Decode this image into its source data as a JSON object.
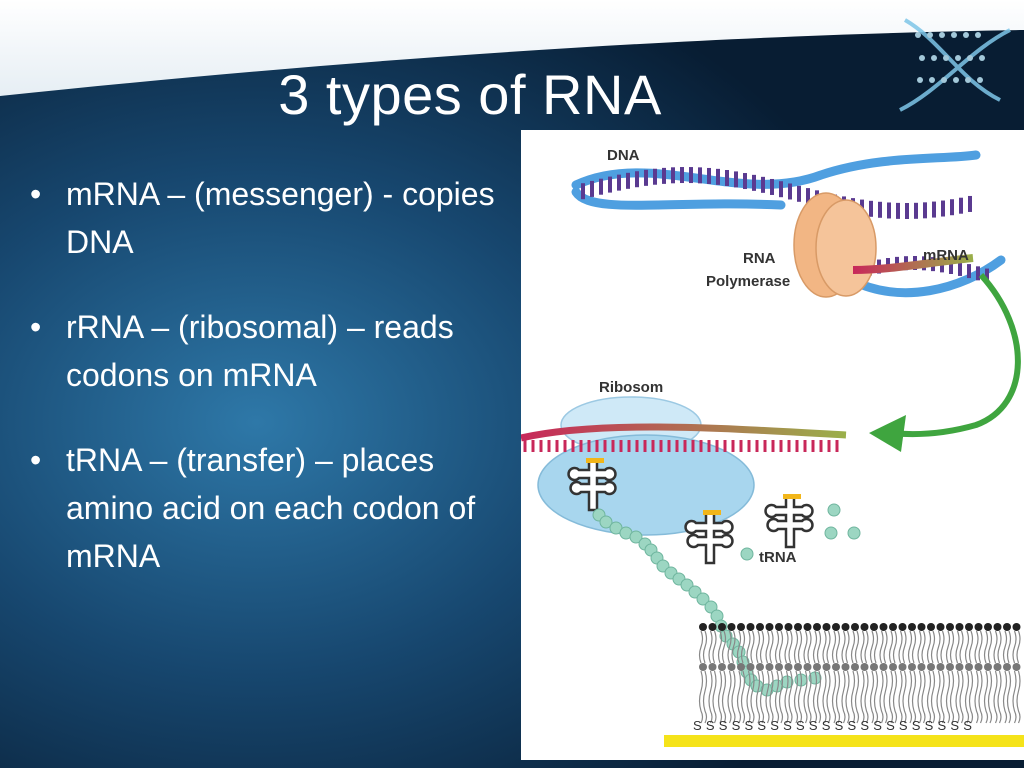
{
  "slide": {
    "title": "3 types of RNA",
    "bullets": [
      {
        "marker": "•",
        "text": "mRNA – (messenger) - copies DNA"
      },
      {
        "marker": "•",
        "text": "rRNA – (ribosomal) – reads codons on mRNA"
      },
      {
        "marker": "•",
        "text": "tRNA – (transfer) – places amino acid on each codon of mRNA"
      }
    ]
  },
  "figure": {
    "labels": {
      "dna": "DNA",
      "rna_polymerase_line1": "RNA",
      "rna_polymerase_line2": "Polymerase",
      "mrna": "mRNA",
      "ribosom": "Ribosom",
      "trna": "tRNA"
    },
    "membrane_anchor_text": "SSSSSSSSSSSSSSSSSSSSSS"
  },
  "colors": {
    "background_dark": "#0b2a45",
    "background_glow": "#2a6f9e",
    "text": "#ffffff",
    "dna_strand": "#4f9fe0",
    "dna_bases": "#5a3a90",
    "mrna_bases": "#c8285a",
    "polymerase": "#f2b684",
    "ribosome": "#a8d6ee",
    "arrow": "#3fa53f",
    "amino_acid": "#9cd6c2",
    "anchor_bar": "#f5e31a"
  }
}
